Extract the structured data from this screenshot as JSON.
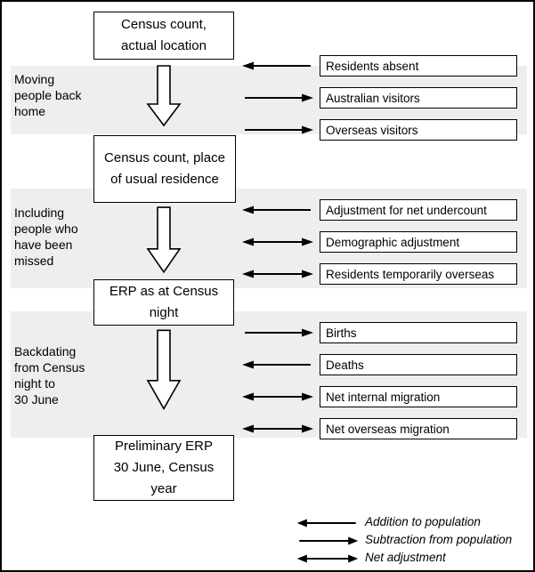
{
  "flow_boxes": [
    {
      "label": "Census count,\nactual location"
    },
    {
      "label": "Census count, place\nof usual residence"
    },
    {
      "label": "ERP as at Census\nnight"
    },
    {
      "label": "Preliminary ERP\n30 June, Census\nyear"
    }
  ],
  "stage_groups": [
    {
      "label": "Moving\npeople back\nhome",
      "items": [
        {
          "label": "Residents absent",
          "arrow": "addition"
        },
        {
          "label": "Australian visitors",
          "arrow": "subtraction"
        },
        {
          "label": "Overseas visitors",
          "arrow": "subtraction"
        }
      ]
    },
    {
      "label": "Including\npeople who\nhave been\nmissed",
      "items": [
        {
          "label": "Adjustment for net undercount",
          "arrow": "addition"
        },
        {
          "label": "Demographic adjustment",
          "arrow": "net"
        },
        {
          "label": "Residents temporarily overseas",
          "arrow": "net"
        }
      ]
    },
    {
      "label": "Backdating\nfrom Census\nnight to\n30 June",
      "items": [
        {
          "label": "Births",
          "arrow": "subtraction"
        },
        {
          "label": "Deaths",
          "arrow": "addition"
        },
        {
          "label": "Net internal migration",
          "arrow": "net"
        },
        {
          "label": "Net overseas migration",
          "arrow": "net"
        }
      ]
    }
  ],
  "legend": {
    "items": [
      {
        "label": "Addition to population",
        "arrow": "addition"
      },
      {
        "label": "Subtraction from population",
        "arrow": "subtraction"
      },
      {
        "label": "Net adjustment",
        "arrow": "net"
      }
    ]
  },
  "colors": {
    "band": "#eeeeee",
    "line": "#000000",
    "background": "#ffffff"
  }
}
